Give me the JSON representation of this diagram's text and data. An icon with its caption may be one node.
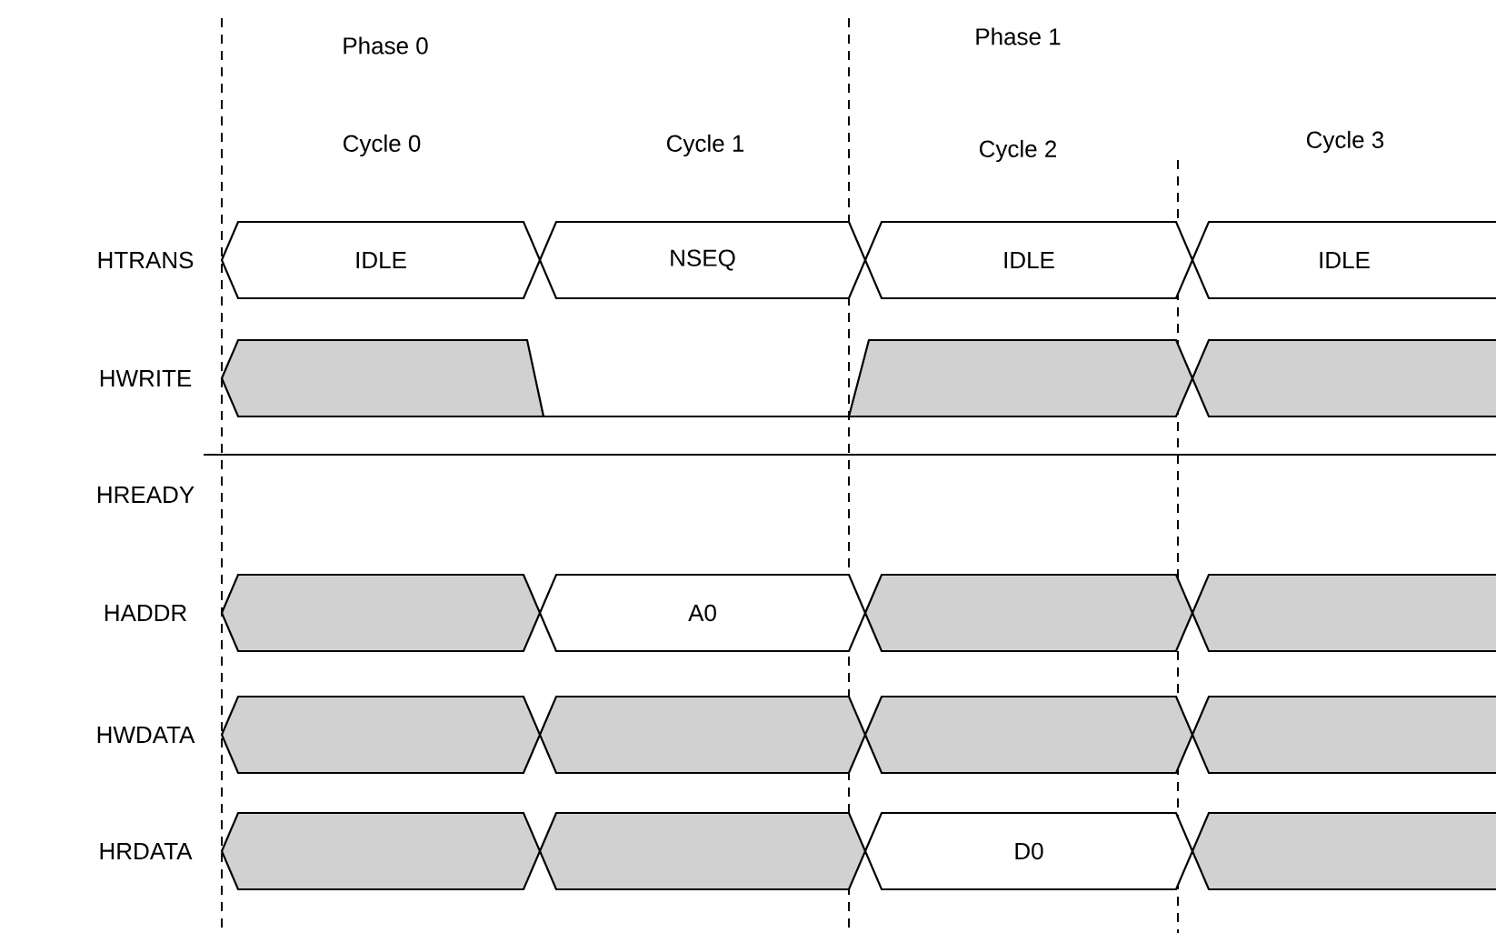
{
  "diagram": {
    "nodes": [
      {
        "text": [
          "IDLE"
        ]
      },
      {
        "text": [
          "NSEQ"
        ]
      },
      {
        "text": [
          "IDLE"
        ]
      },
      {
        "text": [
          "IDLE"
        ]
      },
      {
        "text": [],
        "shape": "bar"
      },
      {
        "text": [],
        "shape": "bar"
      },
      {
        "text": [],
        "shape": "bar"
      },
      {
        "text": [],
        "shape": "bar"
      },
      {
        "text": [
          "A0"
        ]
      },
      {
        "text": [],
        "shape": "bar"
      },
      {
        "text": [],
        "shape": "bar"
      },
      {
        "text": [],
        "shape": "bar"
      },
      {
        "text": [],
        "shape": "bar"
      },
      {
        "text": [],
        "shape": "bar"
      },
      {
        "text": [],
        "shape": "bar"
      },
      {
        "text": [],
        "shape": "bar"
      },
      {
        "text": [],
        "shape": "bar"
      },
      {
        "text": [
          "D0"
        ]
      },
      {
        "text": [],
        "shape": "bar"
      }
    ],
    "labels": [
      "Phase 0",
      "Phase 1",
      "Cycle 0",
      "Cycle 1",
      "Cycle 2",
      "Cycle 3",
      "HTRANS",
      "HWRITE",
      "HREADY",
      "HADDR",
      "HWDATA",
      "HRDATA"
    ]
  }
}
